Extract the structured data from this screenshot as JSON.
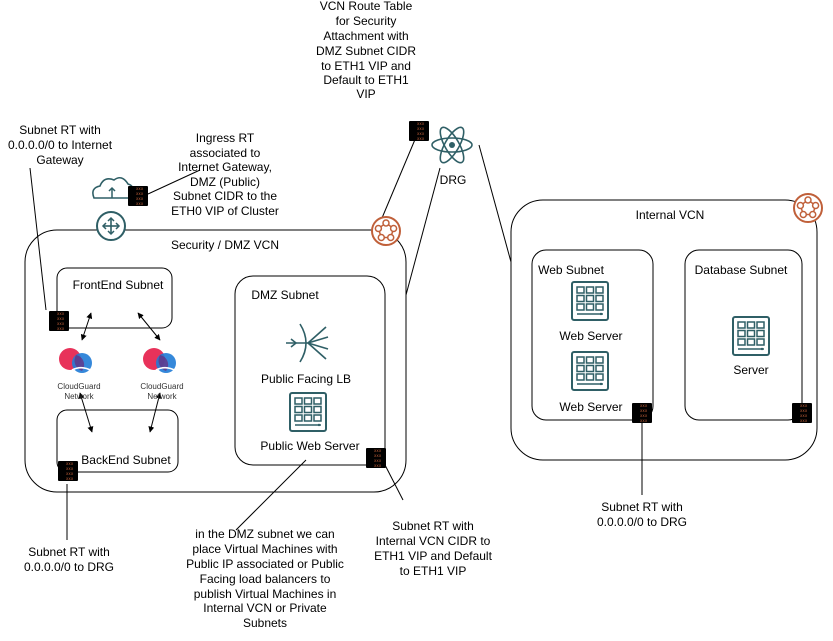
{
  "vcns": {
    "security": {
      "title": "Security / DMZ VCN"
    },
    "internal": {
      "title": "Internal VCN"
    }
  },
  "subnets": {
    "frontend": "FrontEnd Subnet",
    "backend": "BackEnd Subnet",
    "dmz": "DMZ Subnet",
    "web": "Web Subnet",
    "database": "Database Subnet"
  },
  "nodes": {
    "drg": "DRG",
    "cloudguard_1": [
      "CloudGuard",
      "Network"
    ],
    "cloudguard_2": [
      "CloudGuard",
      "Network"
    ],
    "public_lb": "Public Facing LB",
    "public_web_server": "Public Web Server",
    "web_server_1": "Web Server",
    "web_server_2": "Web Server",
    "server": "Server"
  },
  "notes": {
    "vcn_route_table": [
      "VCN Route Table",
      "for Security",
      "Attachment with",
      "DMZ Subnet CIDR",
      "to ETH1 VIP and",
      "Default to ETH1",
      "VIP"
    ],
    "subnet_rt_igw": [
      "Subnet RT with",
      "0.0.0.0/0 to Internet",
      "Gateway"
    ],
    "ingress_rt": [
      "Ingress RT",
      "associated to",
      "Internet Gateway,",
      "DMZ (Public)",
      "Subnet CIDR to the",
      "ETH0 VIP of Cluster"
    ],
    "subnet_rt_drg_backend": [
      "Subnet RT with",
      "0.0.0.0/0 to DRG"
    ],
    "dmz_explanation": [
      "in the DMZ subnet we can",
      "place Virtual Machines with",
      "Public IP associated or Public",
      "Facing load balancers to",
      "publish Virtual Machines in",
      "Internal VCN or Private",
      "Subnets"
    ],
    "subnet_rt_internal_vcn": [
      "Subnet RT with",
      "Internal VCN CIDR to",
      "ETH1 VIP and Default",
      "to ETH1 VIP"
    ],
    "subnet_rt_drg_web": [
      "Subnet RT with",
      "0.0.0.0/0 to DRG"
    ]
  },
  "route_table_icon_text": "xxx",
  "colors": {
    "accent_orange": "#c0603a",
    "icon_teal": "#2f5f66",
    "cloudguard_pink": "#e8325a",
    "cloudguard_blue": "#1f7bd6"
  }
}
